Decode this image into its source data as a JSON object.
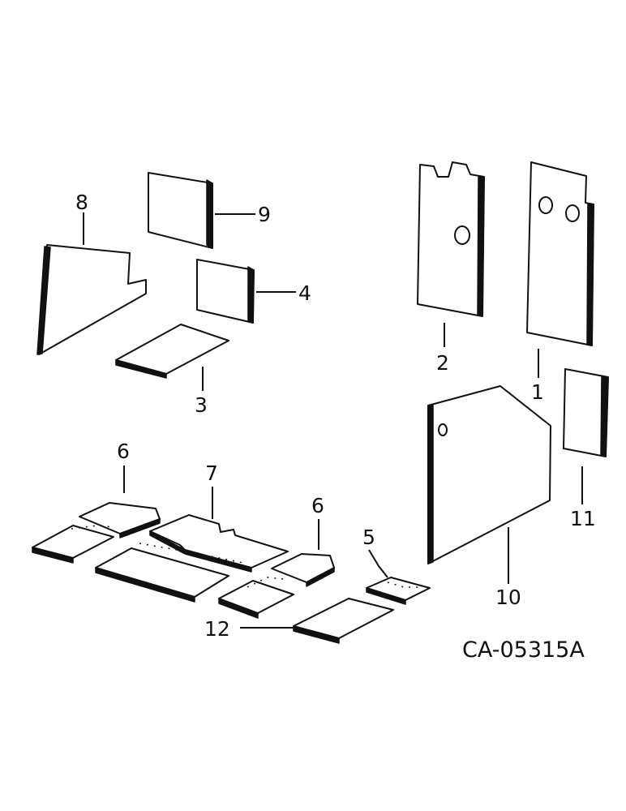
{
  "callouts": [
    {
      "id": "p1",
      "label": "1"
    },
    {
      "id": "p2",
      "label": "2"
    },
    {
      "id": "p3",
      "label": "3"
    },
    {
      "id": "p4",
      "label": "4"
    },
    {
      "id": "p5",
      "label": "5"
    },
    {
      "id": "p6a",
      "label": "6"
    },
    {
      "id": "p6b",
      "label": "6"
    },
    {
      "id": "p7",
      "label": "7"
    },
    {
      "id": "p8",
      "label": "8"
    },
    {
      "id": "p9",
      "label": "9"
    },
    {
      "id": "p10",
      "label": "10"
    },
    {
      "id": "p11",
      "label": "11"
    },
    {
      "id": "p12",
      "label": "12"
    }
  ],
  "drawing_code": "CA-05315A"
}
